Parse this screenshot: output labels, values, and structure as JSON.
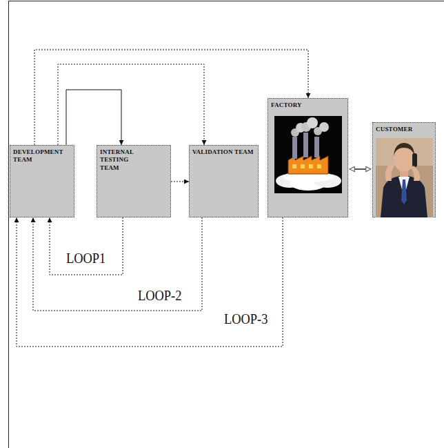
{
  "diagram": {
    "nodes": [
      {
        "text": [
          "DEVELOPMENT TEAM"
        ]
      },
      {
        "text": [
          "INTERNAL TESTING TEAM"
        ]
      },
      {
        "text": [
          "VALIDATION TEAM"
        ]
      },
      {
        "text": [
          "FACTORY"
        ]
      },
      {
        "text": [
          "CUSTOMER"
        ]
      }
    ],
    "edges": [
      {
        "from": 0,
        "to": 3,
        "arrow": "to"
      },
      {
        "from": 0,
        "to": 2,
        "arrow": "to"
      },
      {
        "from": 0,
        "to": 1,
        "arrow": "to"
      },
      {
        "from": 1,
        "to": 2,
        "arrow": "to"
      },
      {
        "from": 3,
        "to": 4,
        "arrow": "both"
      },
      {
        "from": 1,
        "to": 0,
        "arrow": "to",
        "label": "LOOP1"
      },
      {
        "from": 2,
        "to": 0,
        "arrow": "to",
        "label": "LOOP-2"
      },
      {
        "from": 3,
        "to": 0,
        "arrow": "to",
        "label": "LOOP-3"
      }
    ]
  }
}
